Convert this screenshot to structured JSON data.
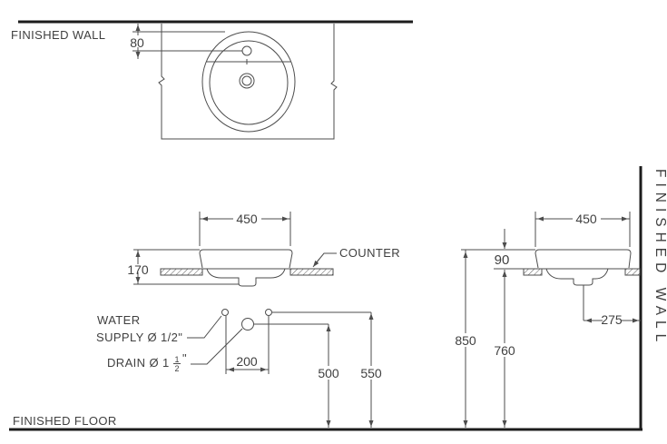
{
  "labels": {
    "finished_wall_top": "FINISHED WALL",
    "finished_wall_right": "FINISHED WALL",
    "finished_floor": "FINISHED FLOOR",
    "counter": "COUNTER",
    "water_supply_line1": "WATER",
    "water_supply_line2": "SUPPLY Ø 1/2\"",
    "drain_prefix": "DRAIN Ø 1",
    "drain_fraction_numerator": "1",
    "drain_fraction_denominator": "2",
    "drain_suffix": "\""
  },
  "dimensions": {
    "faucet_offset_from_wall": "80",
    "basin_width_left_view": "450",
    "basin_height_left_view": "170",
    "basin_width_right_view": "450",
    "rim_above_counter": "90",
    "rim_height_from_floor": "850",
    "counter_height_from_floor": "760",
    "drain_offset_from_wall": "275",
    "supply_spacing": "200",
    "drain_height_from_floor": "500",
    "supply_height_from_floor": "550"
  },
  "colors": {
    "line": "#4d4d4d",
    "heavy_line": "#1c1c1c",
    "text": "#404040",
    "background": "#ffffff"
  }
}
